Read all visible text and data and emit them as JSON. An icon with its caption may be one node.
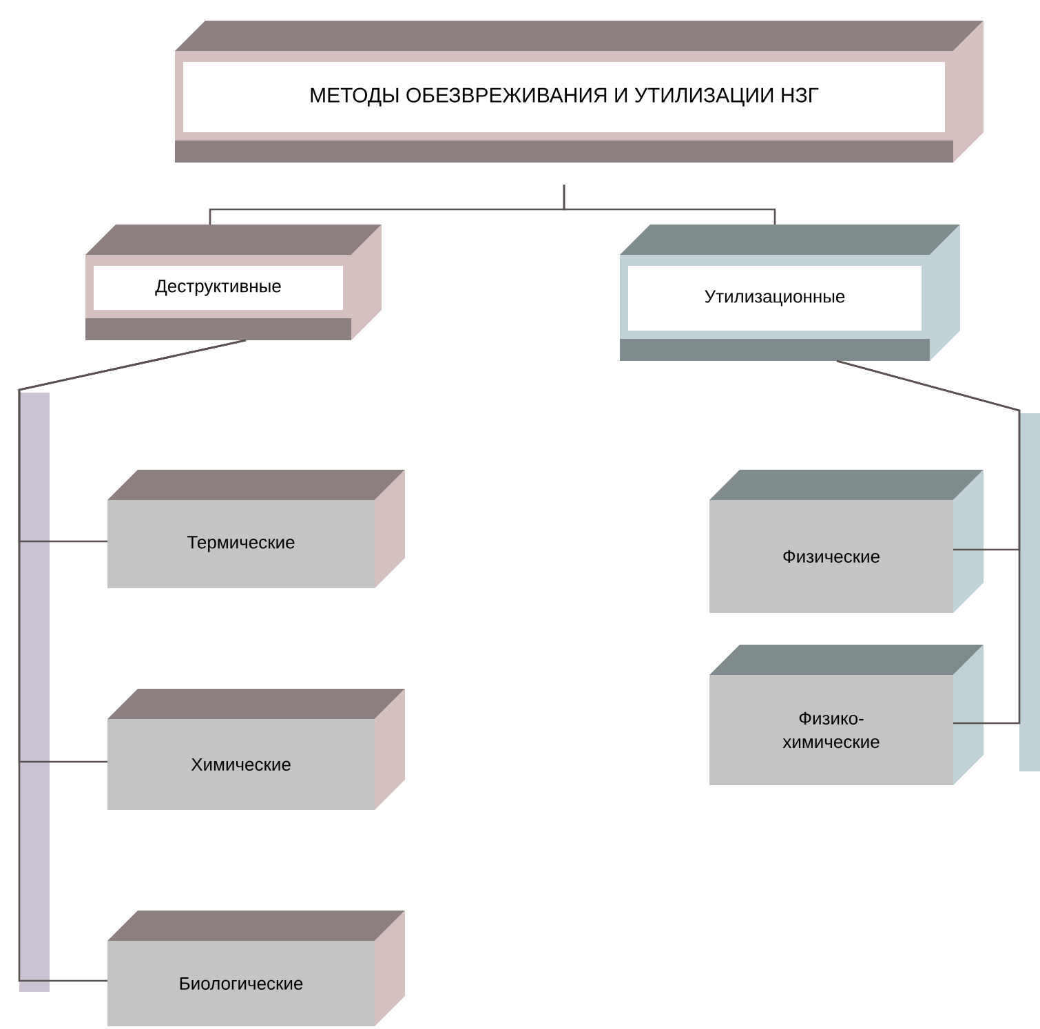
{
  "diagram": {
    "nodes": [
      {
        "text": [
          "МЕТОДЫ ОБЕЗВРЕЖИВАНИЯ И УТИЛИЗАЦИИ НЗГ"
        ]
      },
      {
        "text": [
          "Деструктивные"
        ]
      },
      {
        "text": [
          "Утилизационные"
        ]
      },
      {
        "text": [
          "Термические"
        ]
      },
      {
        "text": [
          "Химические"
        ]
      },
      {
        "text": [
          "Биологические"
        ]
      },
      {
        "text": [
          "Физические"
        ]
      },
      {
        "text": [
          "Физико-химические"
        ]
      }
    ],
    "edges": [
      {
        "from": 0,
        "to": 1,
        "arrow": "none"
      },
      {
        "from": 0,
        "to": 2,
        "arrow": "none"
      },
      {
        "from": 1,
        "to": 3,
        "arrow": "none"
      },
      {
        "from": 1,
        "to": 4,
        "arrow": "none"
      },
      {
        "from": 1,
        "to": 5,
        "arrow": "none"
      },
      {
        "from": 2,
        "to": 6,
        "arrow": "none"
      },
      {
        "from": 2,
        "to": 7,
        "arrow": "none"
      }
    ]
  }
}
